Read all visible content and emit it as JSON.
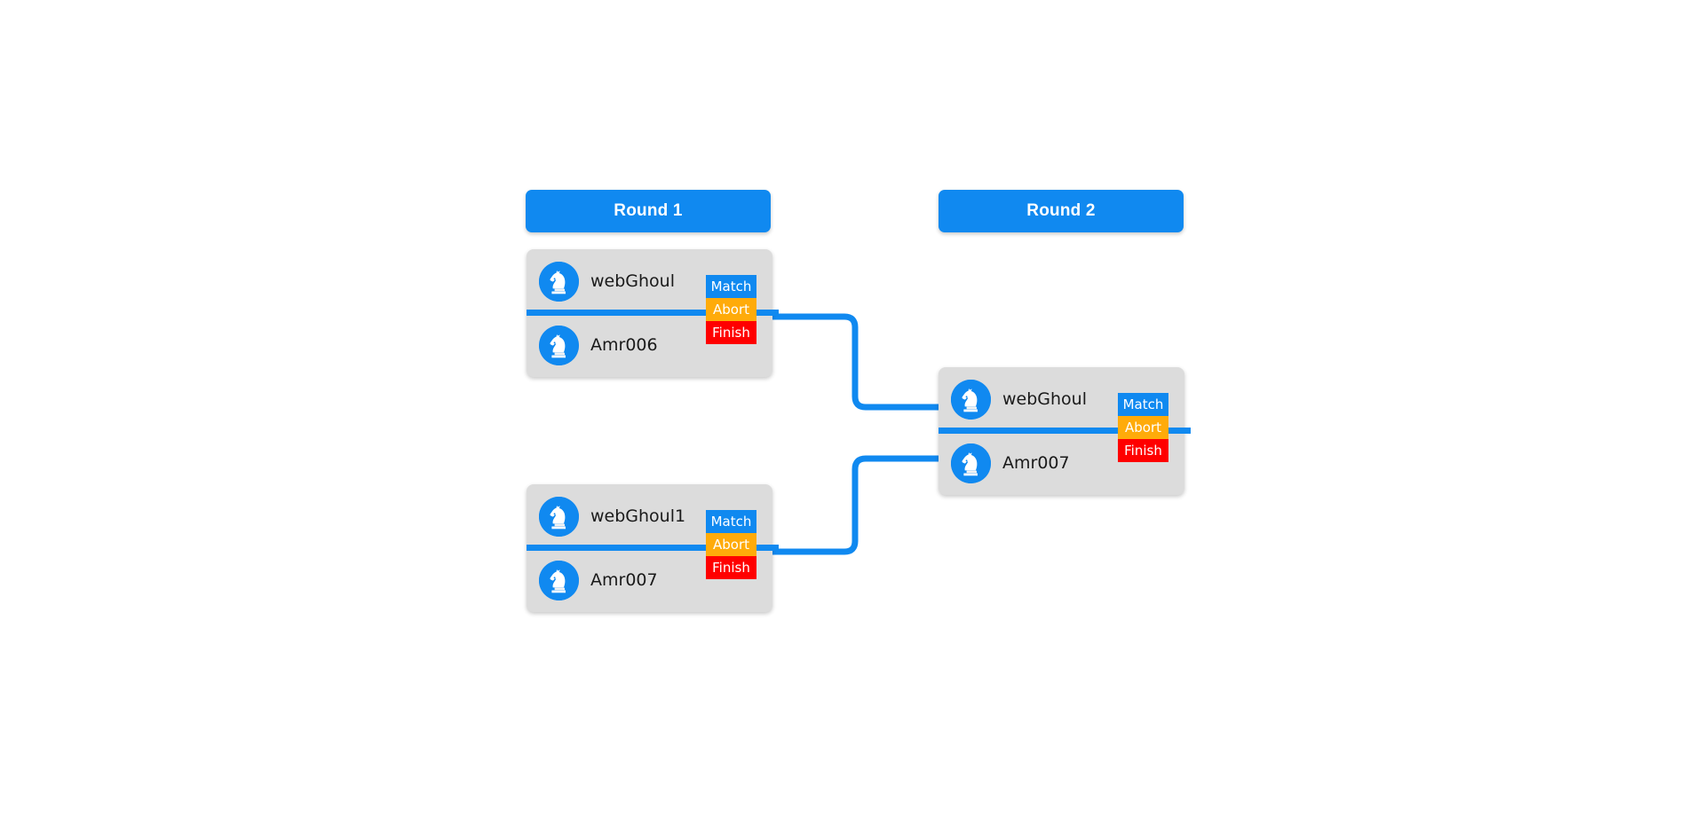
{
  "page": {
    "background_color": "#ffffff",
    "accent_color": "#1089f0",
    "card_color": "#dcdcdc",
    "abort_color": "#ffab0a",
    "finish_color": "#ff0000",
    "avatar_icon": "chess-knight-icon"
  },
  "rounds": [
    {
      "id": "round-1",
      "header_label": "Round 1",
      "matches": [
        {
          "id": "r1-m1",
          "players": [
            {
              "name": "webGhoul",
              "avatar": "chess-knight-icon"
            },
            {
              "name": "Amr006",
              "avatar": "chess-knight-icon"
            }
          ],
          "actions": [
            {
              "label": "Match",
              "kind": "match"
            },
            {
              "label": "Abort",
              "kind": "abort"
            },
            {
              "label": "Finish",
              "kind": "finish"
            }
          ]
        },
        {
          "id": "r1-m2",
          "players": [
            {
              "name": "webGhoul1",
              "avatar": "chess-knight-icon"
            },
            {
              "name": "Amr007",
              "avatar": "chess-knight-icon"
            }
          ],
          "actions": [
            {
              "label": "Match",
              "kind": "match"
            },
            {
              "label": "Abort",
              "kind": "abort"
            },
            {
              "label": "Finish",
              "kind": "finish"
            }
          ]
        }
      ]
    },
    {
      "id": "round-2",
      "header_label": "Round 2",
      "matches": [
        {
          "id": "r2-m1",
          "players": [
            {
              "name": "webGhoul",
              "avatar": "chess-knight-icon"
            },
            {
              "name": "Amr007",
              "avatar": "chess-knight-icon"
            }
          ],
          "actions": [
            {
              "label": "Match",
              "kind": "match"
            },
            {
              "label": "Abort",
              "kind": "abort"
            },
            {
              "label": "Finish",
              "kind": "finish"
            }
          ]
        }
      ]
    }
  ]
}
